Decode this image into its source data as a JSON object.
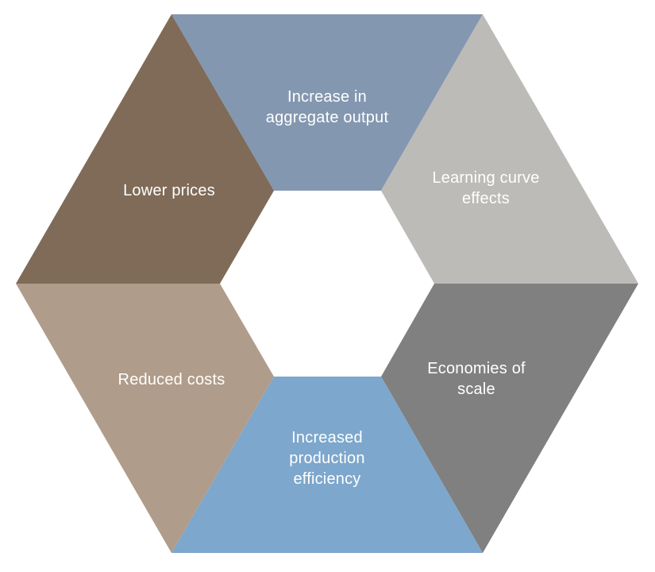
{
  "diagram": {
    "type": "hexagon-cycle",
    "background_color": "#ffffff",
    "text_color": "#ffffff",
    "segments": [
      {
        "id": "increase-aggregate-output",
        "label": "Increase in aggregate output",
        "color": "#8497b0"
      },
      {
        "id": "learning-curve-effects",
        "label": "Learning curve effects",
        "color": "#bdbbb8"
      },
      {
        "id": "economies-of-scale",
        "label": "Economies of scale",
        "color": "#808080"
      },
      {
        "id": "increased-production-efficiency",
        "label": "Increased production efficiency",
        "color": "#7da7cc"
      },
      {
        "id": "reduced-costs",
        "label": "Reduced costs",
        "color": "#b09c8a"
      },
      {
        "id": "lower-prices",
        "label": "Lower prices",
        "color": "#7f6b57"
      }
    ]
  }
}
